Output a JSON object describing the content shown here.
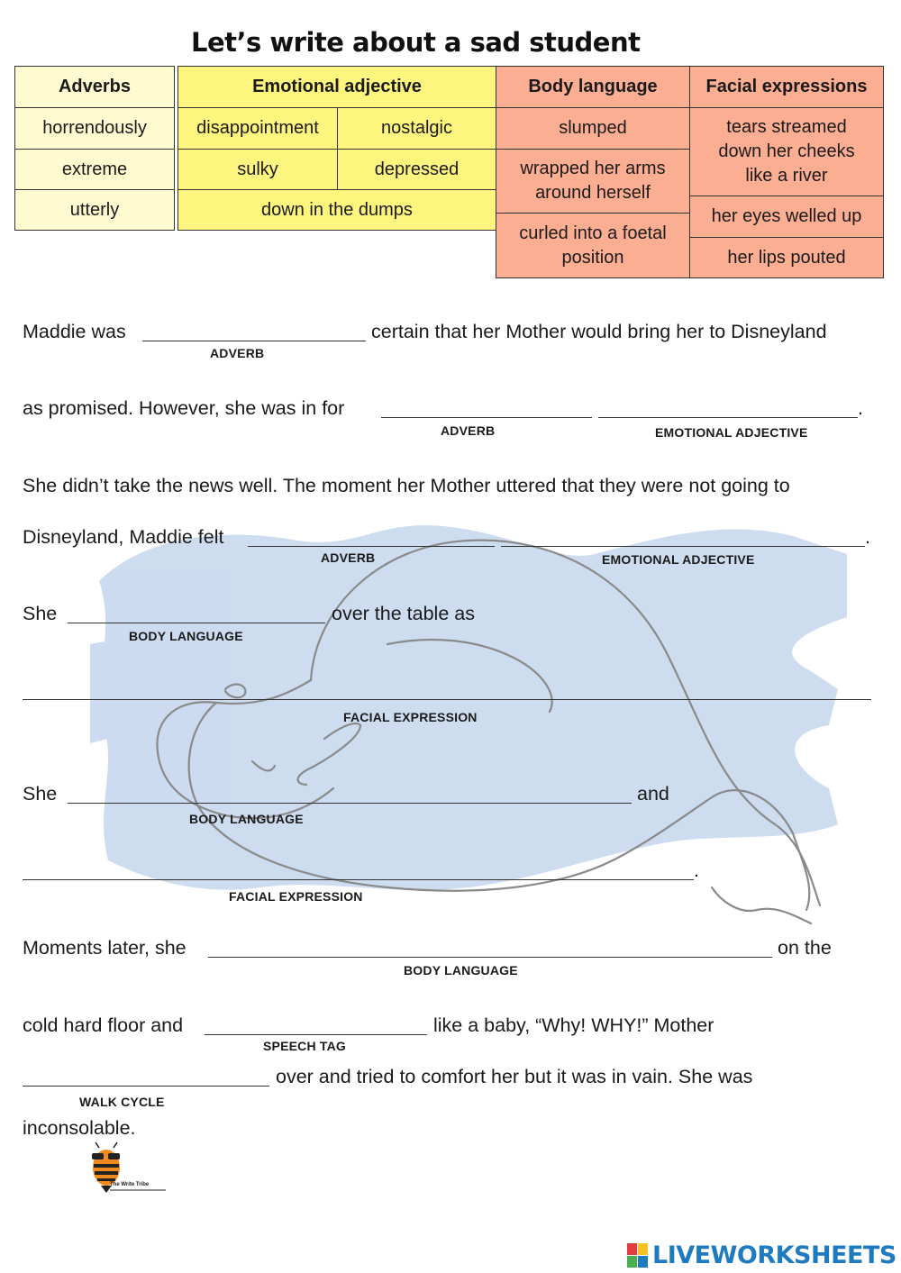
{
  "title": "Let’s write about a sad student",
  "table": {
    "headers": {
      "adverbs": "Adverbs",
      "emotional": "Emotional adjective",
      "body": "Body language",
      "facial": "Facial expressions"
    },
    "adverbs": [
      "horrendously",
      "extreme",
      "utterly"
    ],
    "emotional": [
      "disappointment",
      "nostalgic",
      "sulky",
      "depressed",
      "down in the dumps"
    ],
    "body": [
      "slumped",
      "wrapped her arms around herself",
      "curled into a foetal position"
    ],
    "facial": [
      "tears streamed down her cheeks like a river",
      "her eyes welled up",
      "her lips pouted"
    ]
  },
  "text": {
    "l1a": "Maddie was",
    "l1b": "certain that her Mother would bring her to Disneyland",
    "l2a": "as promised. However, she was in for",
    "l2end": ".",
    "l3": "She didn’t take the news well. The moment her Mother uttered that they were not going to",
    "l4a": "Disneyland, Maddie felt",
    "l4end": ".",
    "l5a": "She",
    "l5b": "over the table as",
    "l7a": "She",
    "l7b": "and",
    "l8end": ".",
    "l9a": "Moments later, she",
    "l9b": "on the",
    "l10a": "cold hard floor and",
    "l10b": "like a baby, “Why! WHY!” Mother",
    "l11b": "over and tried to comfort her but it was in vain. She was",
    "l12": "inconsolable."
  },
  "labels": {
    "adverb": "ADVERB",
    "emotional_adjective": "EMOTIONAL ADJECTIVE",
    "body_language": "BODY LANGUAGE",
    "facial_expression": "FACIAL EXPRESSION",
    "speech_tag": "SPEECH TAG",
    "walk_cycle": "WALK CYCLE"
  },
  "logo_text": "The Write Tribe",
  "brand": "LIVEWORKSHEETS",
  "colors": {
    "adverbs": "#fefbd0",
    "emotional": "#fdf57e",
    "body": "#fcae93",
    "facial": "#fcae93",
    "watermark": "#a9c4e4"
  }
}
